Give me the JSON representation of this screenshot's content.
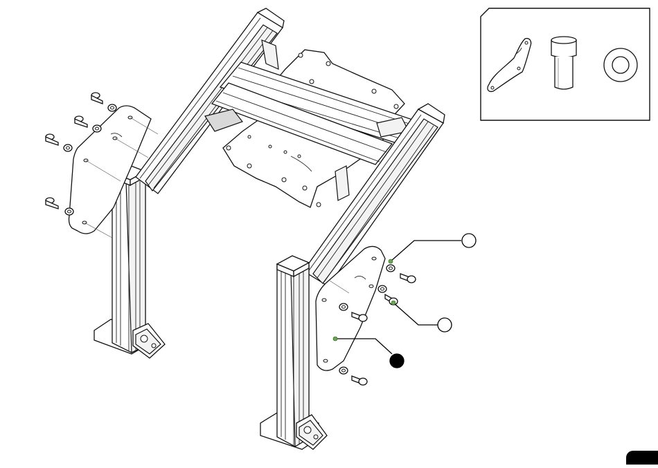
{
  "figure": {
    "subject": "frame-assembly-exploded-view",
    "parts_inset": {
      "items": [
        {
          "icon": "bracket-plate-icon"
        },
        {
          "icon": "socket-head-bolt-icon"
        },
        {
          "icon": "flat-washer-icon"
        }
      ]
    },
    "callouts": [
      {
        "style": "open",
        "marker_color": "#6aa84f"
      },
      {
        "style": "open",
        "marker_color": "#6aa84f"
      },
      {
        "style": "filled",
        "marker_color": "#6aa84f"
      }
    ],
    "colors": {
      "ink": "#111111",
      "paper": "#ffffff",
      "marker": "#6aa84f"
    }
  }
}
